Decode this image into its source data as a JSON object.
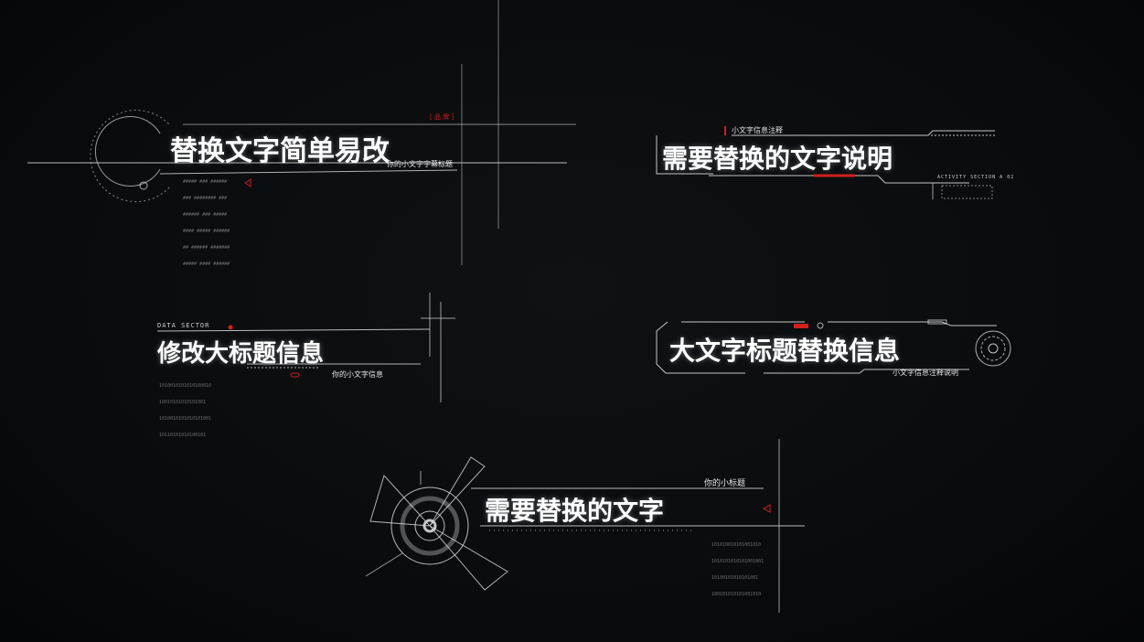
{
  "accent_color": "#d01f1f",
  "line_color": "#d9d9d9",
  "panel1": {
    "title": "替换文字简单易改",
    "subtitle": "你的小文字字幕标题",
    "tag": "[ 品 牌 ]",
    "code_lines": [
      "##### ### ######",
      "### ######## ###",
      "###### ### #####",
      "#### ##### ######",
      "## ###### #######",
      "##### #### ######"
    ]
  },
  "panel2": {
    "note": "小文字信息注释",
    "title": "需要替换的文字说明",
    "activity": "ACTIVITY SECTION A 02"
  },
  "panel3": {
    "label": "DATA SECTOR",
    "title": "修改大标题信息",
    "subtitle": "你的小文字信息",
    "code_lines": [
      "1010010101010100010",
      "10010101010101001",
      "1010010101010101001",
      "10110101010100101"
    ]
  },
  "panel4": {
    "title": "大文字标题替换信息",
    "subtitle": "小文字信息注释说明"
  },
  "panel5": {
    "small_title": "你的小标题",
    "title": "需要替换的文字",
    "code_lines": [
      "101010010101001010",
      "1010101010101001001",
      "10100101010101001",
      "100101010101001010"
    ]
  }
}
